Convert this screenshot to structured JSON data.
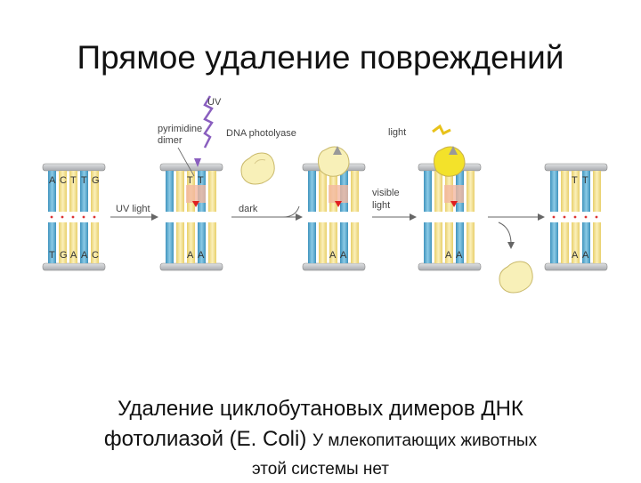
{
  "title": "Прямое удаление повреждений",
  "diagram": {
    "labels": {
      "uv": "UV",
      "pyrimidine": "pyrimidine",
      "dimer": "dimer",
      "dna_photolyase": "DNA photolyase",
      "light": "light",
      "uv_light": "UV light",
      "dark": "dark",
      "visible": "visible",
      "light2": "light"
    },
    "bases": {
      "top": [
        "A",
        "C",
        "T",
        "T",
        "G"
      ],
      "bottom": [
        "T",
        "G",
        "A",
        "A",
        "C"
      ],
      "t": "T",
      "a": "A"
    },
    "colors": {
      "blue_strand": "#6fb7d6",
      "yellow_strand": "#f6e59a",
      "frame": "#b9bcc0",
      "dimer_red": "#e02020",
      "uv_purple": "#8a5fbf",
      "light_yellow": "#f3e22a"
    }
  },
  "caption": {
    "line1": "Удаление циклобутановых димеров ДНК",
    "line2_main": "фотолиазой (E. Coli)",
    "line2_small": "У млекопитающих животных",
    "line3": "этой системы нет"
  }
}
